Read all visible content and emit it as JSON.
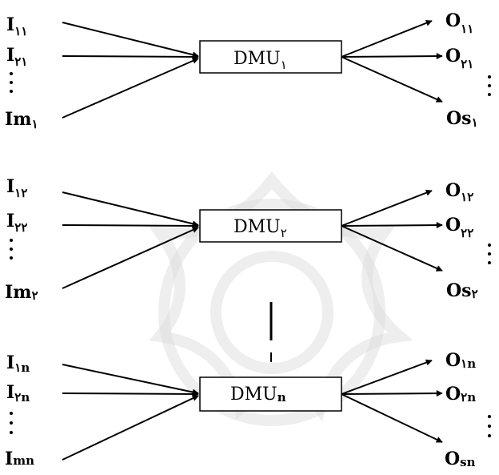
{
  "units": [
    {
      "box": {
        "label": "DMU",
        "sub": "١"
      },
      "inputs": [
        {
          "label": "I",
          "sub": "١١"
        },
        {
          "label": "I",
          "sub": "٢١"
        },
        {
          "label": "Im",
          "sub": "١"
        }
      ],
      "outputs": [
        {
          "label": "O",
          "sub": "١١"
        },
        {
          "label": "O",
          "sub": "٢١"
        },
        {
          "label": "Os",
          "sub": "١"
        }
      ]
    },
    {
      "box": {
        "label": "DMU",
        "sub": "٢"
      },
      "inputs": [
        {
          "label": "I",
          "sub": "١٢"
        },
        {
          "label": "I",
          "sub": "٢٢"
        },
        {
          "label": "Im",
          "sub": "٢"
        }
      ],
      "outputs": [
        {
          "label": "O",
          "sub": "١٢"
        },
        {
          "label": "O",
          "sub": "٢٢"
        },
        {
          "label": "Os",
          "sub": "٢"
        }
      ]
    },
    {
      "box": {
        "label": "DMU",
        "sub": "n"
      },
      "inputs": [
        {
          "label": "I",
          "sub": "١n"
        },
        {
          "label": "I",
          "sub": "٢n"
        },
        {
          "label": "I",
          "sub": "mn"
        }
      ],
      "outputs": [
        {
          "label": "O",
          "sub": "١n"
        },
        {
          "label": "O",
          "sub": "٢n"
        },
        {
          "label": "O",
          "sub": "sn"
        }
      ]
    }
  ]
}
